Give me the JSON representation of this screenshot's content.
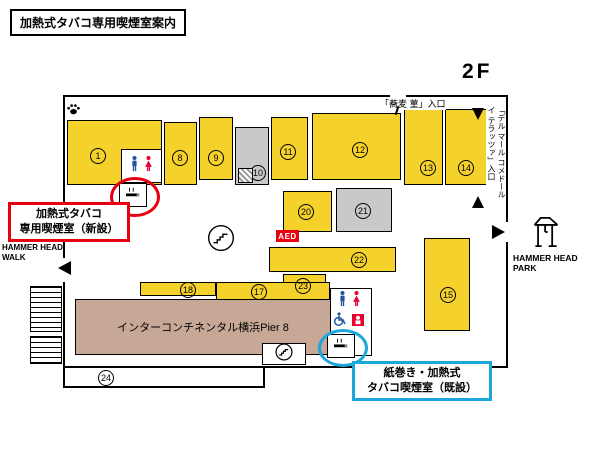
{
  "title": "加熱式タバコ専用喫煙室案内",
  "floor_label": "2F",
  "map": {
    "units": {
      "u1": "1",
      "u8": "8",
      "u9": "9",
      "u10": "10",
      "u11": "11",
      "u12": "12",
      "u13": "13",
      "u14": "14",
      "u15": "15",
      "u17": "17",
      "u18": "18",
      "u20": "20",
      "u21": "21",
      "u22": "22",
      "u23": "23",
      "u24": "24"
    },
    "hotel_label": "インターコンチネンタル横浜Pier 8",
    "aed_label": "AED",
    "entrance_soba_label": "「蕎麦 菫」入口",
    "entrance_delmar_label": "「デル マール コメドール イ テラッツァ」入口"
  },
  "landmarks": {
    "walk_line1": "HAMMER HEAD",
    "walk_line2": "WALK",
    "park_line1": "HAMMER HEAD",
    "park_line2": "PARK"
  },
  "callouts": {
    "new_room": {
      "line1": "加熱式タバコ",
      "line2": "専用喫煙室（新設）",
      "color": "#e60012"
    },
    "existing_room": {
      "line1": "紙巻き・加熱式",
      "line2": "タバコ喫煙室（既設）",
      "color": "#1ba7dc"
    }
  },
  "colors": {
    "shop_yellow": "#f5d22b",
    "block_gray": "#c9c9c9",
    "hotel_brown": "#c7a795",
    "annotation_red": "#e60012",
    "annotation_cyan": "#1ba7dc",
    "male_blue": "#1f55a5",
    "female_red": "#e6002d",
    "aed_red": "#e60012"
  }
}
